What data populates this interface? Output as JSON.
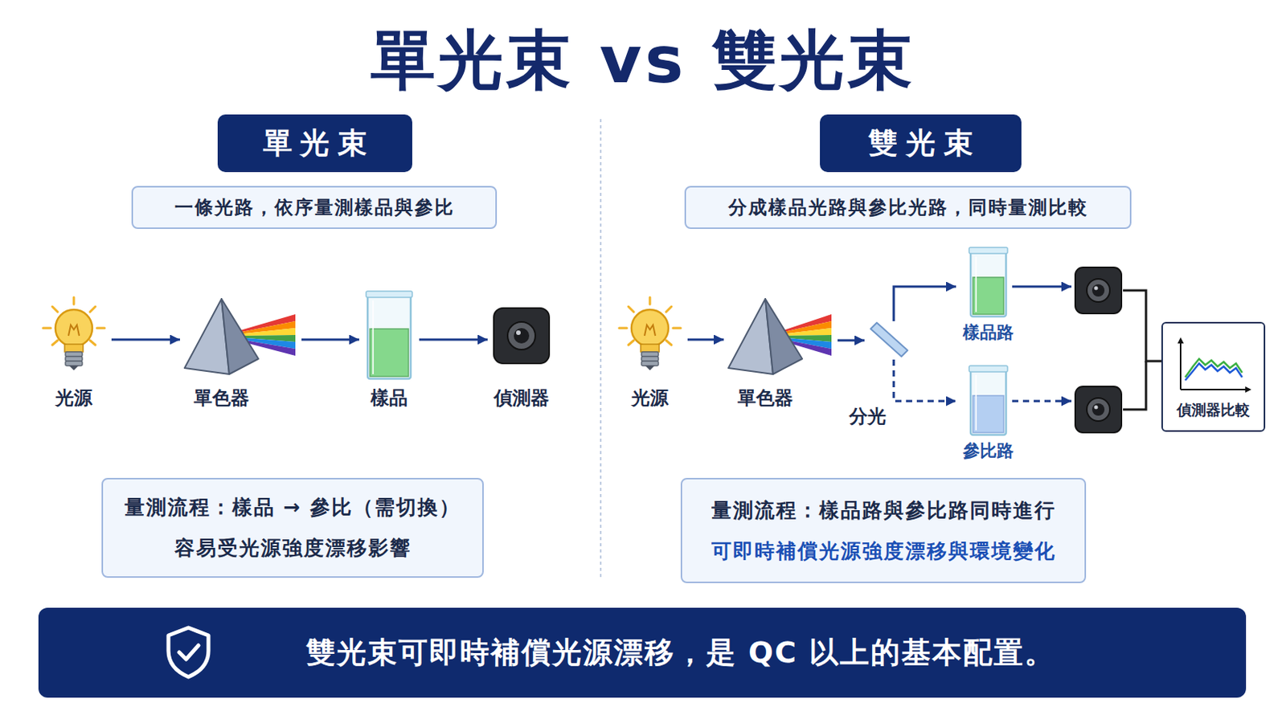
{
  "diagram": {
    "title": "單光束 vs 雙光束",
    "nodes": [
      {
        "text": [
          "單光束"
        ]
      },
      {
        "text": [
          "一條光路，依序量測樣品與參比"
        ]
      },
      {
        "text": [
          "光源"
        ]
      },
      {
        "text": [
          "單色器"
        ]
      },
      {
        "text": [
          "樣品"
        ]
      },
      {
        "text": [
          "偵測器"
        ]
      },
      {
        "text": [
          "量測流程：樣品 → 參比（需切換）",
          "容易受光源強度漂移影響"
        ]
      },
      {
        "text": [
          "雙光束"
        ]
      },
      {
        "text": [
          "分成樣品光路與參比光路，同時量測比較"
        ]
      },
      {
        "text": [
          "光源"
        ]
      },
      {
        "text": [
          "單色器"
        ]
      },
      {
        "text": [
          "分光"
        ]
      },
      {
        "text": [
          "樣品路"
        ]
      },
      {
        "text": [
          "參比路"
        ]
      },
      {
        "text": [
          "偵測器比較"
        ]
      },
      {
        "text": [
          "量測流程：樣品路與參比路同時進行",
          "可即時補償光源強度漂移與環境變化"
        ]
      },
      {
        "text": [
          "雙光束可即時補償光源漂移，是 QC 以上的基本配置。"
        ]
      }
    ],
    "edges": [
      {
        "from": 2,
        "to": 3,
        "arrow": "to"
      },
      {
        "from": 3,
        "to": 4,
        "arrow": "to"
      },
      {
        "from": 4,
        "to": 5,
        "arrow": "to"
      },
      {
        "from": 9,
        "to": 10,
        "arrow": "to"
      },
      {
        "from": 10,
        "to": 11,
        "arrow": "to"
      },
      {
        "from": 11,
        "to": 12,
        "arrow": "to"
      },
      {
        "from": 11,
        "to": 13,
        "arrow": "to"
      }
    ]
  }
}
